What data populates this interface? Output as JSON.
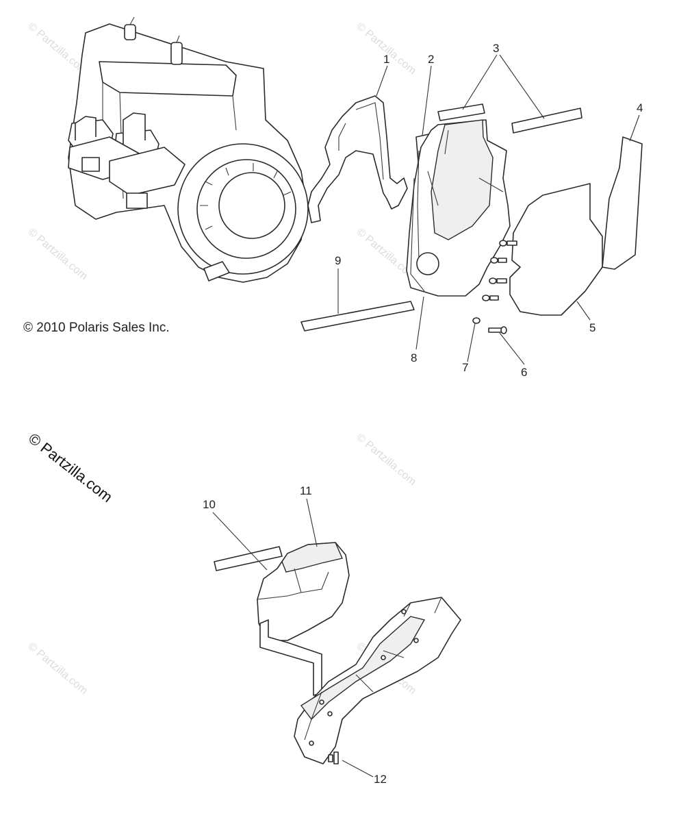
{
  "copyright": "© 2010 Polaris Sales Inc.",
  "brand_watermark": "© Partzilla.com",
  "watermark_text": "© Partzilla.com",
  "callouts": {
    "c1": "1",
    "c2": "2",
    "c3": "3",
    "c4": "4",
    "c5": "5",
    "c6": "6",
    "c7": "7",
    "c8": "8",
    "c9": "9",
    "c10": "10",
    "c11": "11",
    "c12": "12"
  }
}
